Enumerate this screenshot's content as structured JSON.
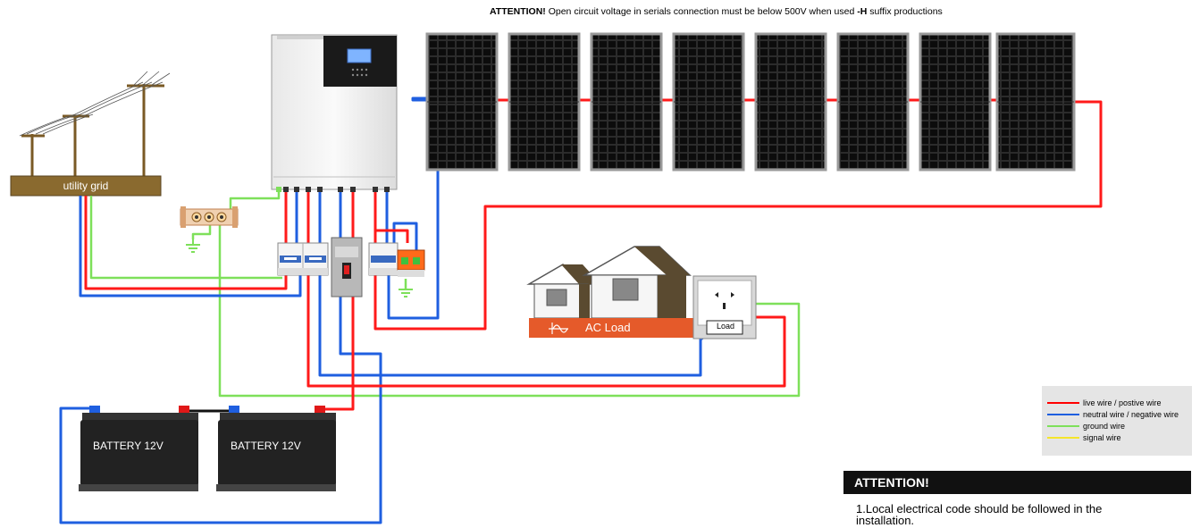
{
  "header": {
    "attention_bold": "ATTENTION!",
    "attention_text": " Open circuit voltage in serials connection must be below 500V  when used ",
    "suffix_bold": "-H",
    "suffix_text": " suffix productions"
  },
  "labels": {
    "utility_grid": "utility grid",
    "ac_load": "AC Load",
    "load": "Load",
    "battery_1": "BATTERY 12V",
    "battery_2": "BATTERY 12V"
  },
  "legend": {
    "items": [
      {
        "label": "live wire / postive wire",
        "color": "#ff0000"
      },
      {
        "label": "neutral wire / negative wire",
        "color": "#1f5fe0"
      },
      {
        "label": "ground wire",
        "color": "#7ee05a"
      },
      {
        "label": "signal wire",
        "color": "#f5e52a"
      }
    ]
  },
  "attention_box": {
    "title": "ATTENTION!",
    "line1": "1.Local electrical code should be followed in the",
    "line2": "installation."
  },
  "colors": {
    "live": "#ff1a1a",
    "neutral": "#1f5fe0",
    "ground": "#7ee05a",
    "grid_bar": "#8a6a2f",
    "ac_load_bar": "#e55a2a"
  }
}
